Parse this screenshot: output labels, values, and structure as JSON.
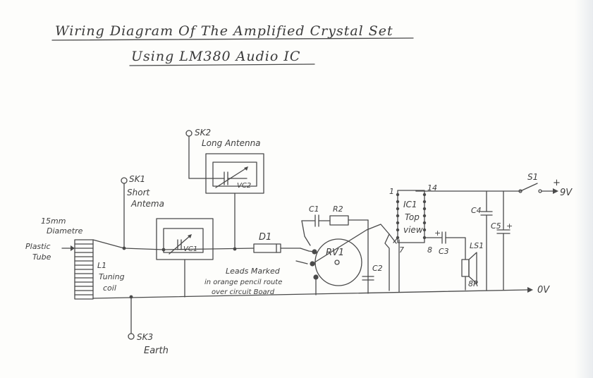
{
  "title": {
    "line1": "Wiring Diagram Of The Amplified Crystal Set",
    "line2": "Using LM380 Audio IC"
  },
  "labels": {
    "sk2": "SK2",
    "sk2_desc": "Long Antenna",
    "sk1": "SK1",
    "sk1_desc1": "Short",
    "sk1_desc2": "Antema",
    "sk3": "SK3",
    "sk3_desc": "Earth",
    "tube1": "15mm",
    "tube2": "Diametre",
    "tube3": "Plastic",
    "tube4": "Tube",
    "l1a": "L1",
    "l1b": "Tuning",
    "l1c": "coil",
    "vc1": "VC1",
    "vc2": "VC2",
    "d1": "D1",
    "c1": "C1",
    "r2": "R2",
    "rv1": "RV1",
    "c2": "C2",
    "leads1": "Leads Marked",
    "leads2": "in orange pencil route",
    "leads3": "over circuit Board",
    "ic1": "IC1",
    "ic_top": "Top",
    "ic_view": "view",
    "pin1": "1",
    "pin14": "14",
    "pin7": "7",
    "pin8": "8",
    "c3": "C3",
    "c3_plus": "+",
    "c4": "C4",
    "c5": "C5",
    "c5_plus": "+",
    "ls1": "LS1",
    "ls1_ohm": "8R",
    "s1": "S1",
    "plus": "+",
    "v9": "9V",
    "v0": "0V"
  }
}
